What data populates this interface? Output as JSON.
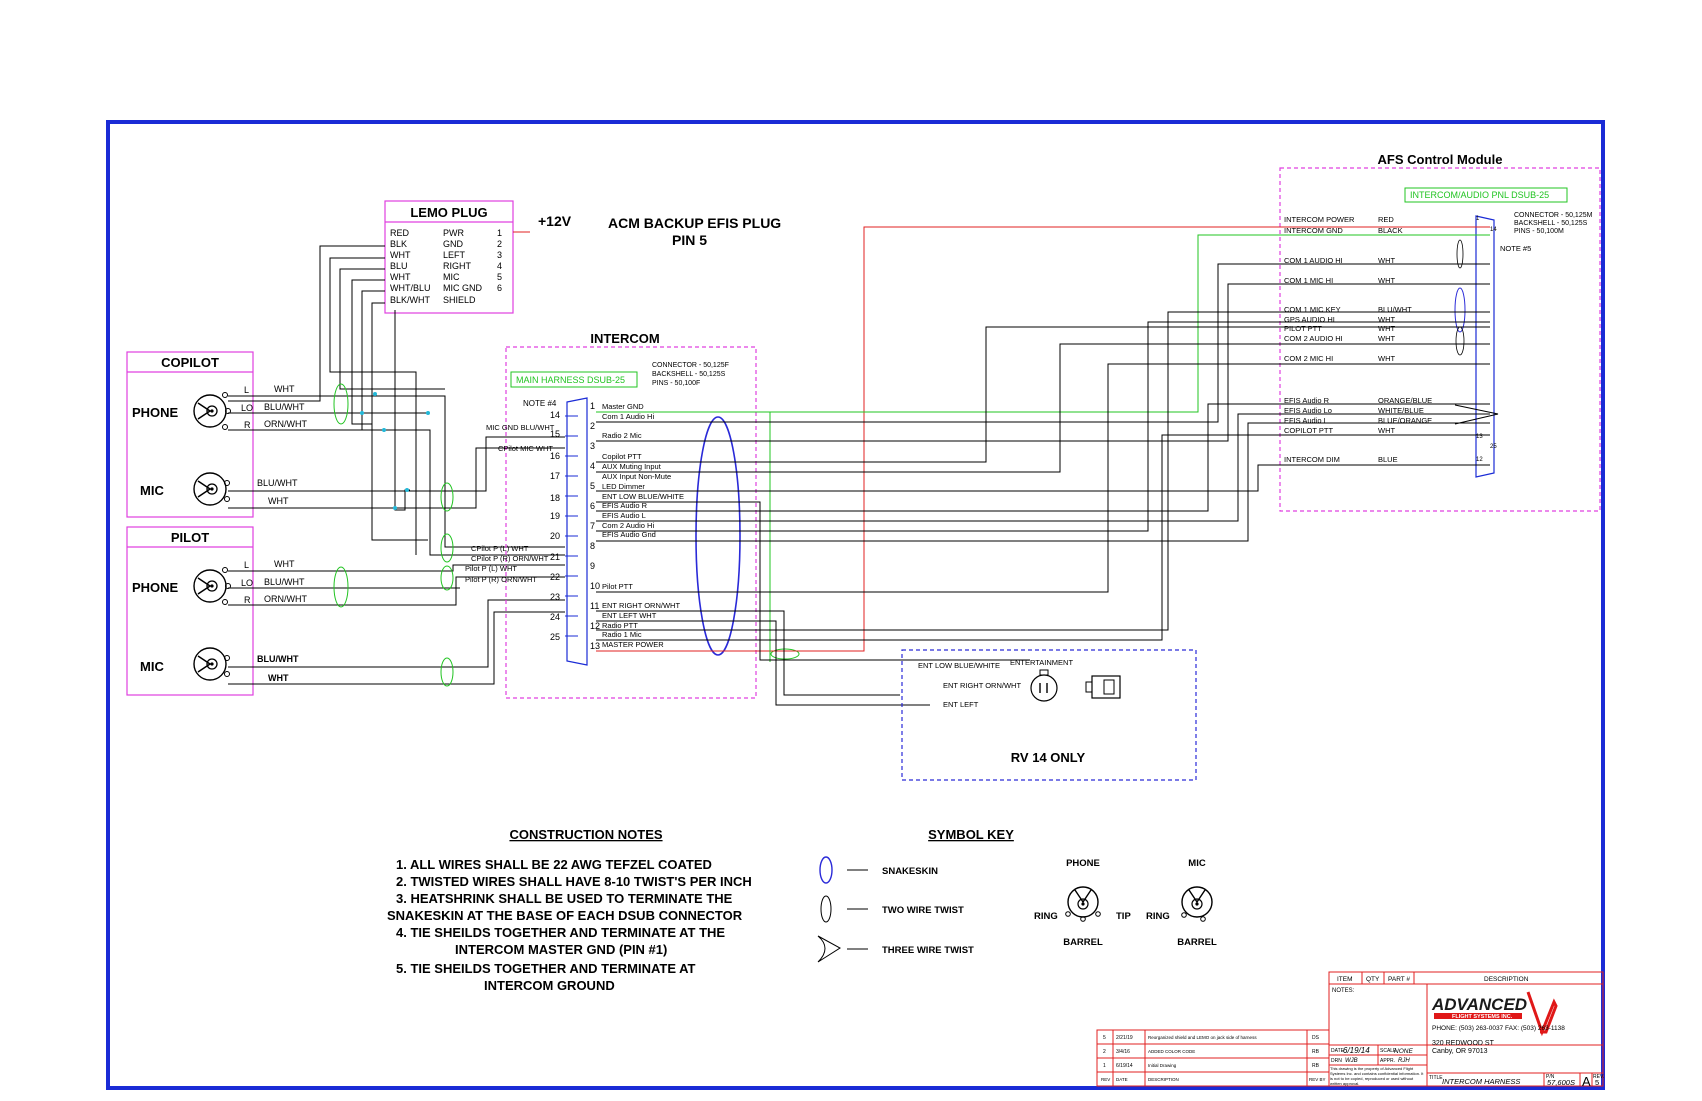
{
  "lemo": {
    "title": "LEMO PLUG",
    "rows": [
      {
        "color": "RED",
        "signal": "PWR",
        "pin": "1"
      },
      {
        "color": "BLK",
        "signal": "GND",
        "pin": "2"
      },
      {
        "color": "WHT",
        "signal": "LEFT",
        "pin": "3"
      },
      {
        "color": "BLU",
        "signal": "RIGHT",
        "pin": "4"
      },
      {
        "color": "WHT",
        "signal": "MIC",
        "pin": "5"
      },
      {
        "color": "WHT/BLU",
        "signal": "MIC GND",
        "pin": "6"
      },
      {
        "color": "BLK/WHT",
        "signal": "SHIELD",
        "pin": ""
      }
    ],
    "plus12v": "+12V",
    "acm_line1": "ACM BACKUP EFIS PLUG",
    "acm_line2": "PIN 5"
  },
  "copilot": {
    "title": "COPILOT",
    "phone_label": "PHONE",
    "mic_label": "MIC",
    "phone_pins": [
      "L",
      "LO",
      "R"
    ],
    "phone_wires": [
      "WHT",
      "BLU/WHT",
      "ORN/WHT"
    ],
    "mic_wires": [
      "BLU/WHT",
      "WHT"
    ]
  },
  "pilot": {
    "title": "PILOT",
    "phone_label": "PHONE",
    "mic_label": "MIC",
    "phone_pins": [
      "L",
      "LO",
      "R"
    ],
    "phone_wires": [
      "WHT",
      "BLU/WHT",
      "ORN/WHT"
    ],
    "mic_wires": [
      "BLU/WHT",
      "WHT"
    ]
  },
  "intercom": {
    "title": "INTERCOM",
    "harness_label": "MAIN HARNESS DSUB-25",
    "connector": "CONNECTOR - 50,125F",
    "backshell": "BACKSHELL - 50,125S",
    "pins": "PINS - 50,100F",
    "note": "NOTE #4",
    "left_pins": [
      "14",
      "15",
      "16",
      "17",
      "18",
      "19",
      "20",
      "21",
      "22",
      "23",
      "24",
      "25"
    ],
    "right_pins": [
      "1",
      "2",
      "3",
      "4",
      "5",
      "6",
      "7",
      "8",
      "9",
      "10",
      "11",
      "12",
      "13"
    ],
    "left_labels": [
      "MIC GND  BLU/WHT",
      "CPilot MIC  WHT",
      "CPilot P (L) WHT",
      "CPilot P (R) ORN/WHT",
      "Pilot P (L)    WHT",
      "Pilot P (R)     ORN/WHT"
    ],
    "signals": [
      "Master GND",
      "Com 1 Audio Hi",
      "Radio 2 Mic",
      "Copilot PTT",
      "AUX Muting Input",
      "AUX Input Non-Mute",
      "LED Dimmer",
      "ENT LOW BLUE/WHITE",
      "EFIS Audio R",
      "EFIS Audio L",
      "Com 2 Audio Hi",
      "EFIS Audio Gnd",
      "Pilot PTT",
      "ENT RIGHT ORN/WHT",
      "ENT LEFT   WHT",
      "Radio PTT",
      "Radio 1 Mic",
      "MASTER POWER"
    ]
  },
  "afs": {
    "title": "AFS Control Module",
    "pnl_label": "INTERCOM/AUDIO PNL DSUB-25",
    "connector": "CONNECTOR - 50,125M",
    "backshell": "BACKSHELL - 50,125S",
    "pins": "PINS - 50,100M",
    "note": "NOTE #5",
    "pin_labels": [
      "1",
      "14",
      "13",
      "25",
      "12"
    ],
    "rows": [
      {
        "name": "INTERCOM POWER",
        "wire": "RED"
      },
      {
        "name": "INTERCOM GND",
        "wire": "BLACK"
      },
      {
        "name": "COM 1 AUDIO HI",
        "wire": "WHT"
      },
      {
        "name": "COM 1 MIC HI",
        "wire": "WHT"
      },
      {
        "name": "COM 1 MIC KEY",
        "wire": "BLU/WHT"
      },
      {
        "name": "GPS AUDIO HI",
        "wire": "WHT"
      },
      {
        "name": "PILOT PTT",
        "wire": "WHT"
      },
      {
        "name": "COM 2 AUDIO HI",
        "wire": "WHT"
      },
      {
        "name": "COM 2 MIC HI",
        "wire": "WHT"
      },
      {
        "name": "EFIS Audio R",
        "wire": "ORANGE/BLUE"
      },
      {
        "name": "EFIS Audio Lo",
        "wire": "WHITE/BLUE"
      },
      {
        "name": "EFIS Audio L",
        "wire": "BLUE/ORANGE"
      },
      {
        "name": "COPILOT PTT",
        "wire": "WHT"
      },
      {
        "name": "INTERCOM DIM",
        "wire": "BLUE"
      }
    ]
  },
  "rv14": {
    "title": "RV 14 ONLY",
    "entertainment": "ENTERTAINMENT",
    "labels": [
      "ENT LOW BLUE/WHITE",
      "ENT RIGHT ORN/WHT",
      "ENT LEFT"
    ]
  },
  "construction": {
    "title": "CONSTRUCTION NOTES",
    "lines": [
      "1. ALL WIRES SHALL BE 22 AWG TEFZEL COATED",
      "2. TWISTED WIRES SHALL HAVE 8-10 TWIST'S PER INCH",
      "3. HEATSHRINK SHALL BE USED TO TERMINATE THE",
      "SNAKESKIN AT THE BASE OF EACH DSUB CONNECTOR",
      "4. TIE SHEILDS TOGETHER AND TERMINATE AT THE",
      "INTERCOM MASTER GND (PIN #1)",
      "5. TIE SHEILDS TOGETHER AND TERMINATE AT",
      "INTERCOM GROUND"
    ]
  },
  "symbol_key": {
    "title": "SYMBOL KEY",
    "items": [
      "SNAKESKIN",
      "TWO WIRE TWIST",
      "THREE WIRE TWIST"
    ],
    "phone": "PHONE",
    "mic": "MIC",
    "ring": "RING",
    "tip": "TIP",
    "barrel": "BARREL"
  },
  "title_block": {
    "bom_headers": [
      "ITEM",
      "QTY",
      "PART #",
      "DESCRIPTION"
    ],
    "notes": "NOTES:",
    "company": "ADVANCED",
    "company_sub": "FLIGHT SYSTEMS INC.",
    "phone": "PHONE: (503) 263-0037  FAX: (503) 263-1138",
    "address1": "320 REDWOOD ST",
    "address2": "Canby, OR 97013",
    "date_label": "DATE",
    "date": "6/19/14",
    "scale_label": "SCALE",
    "scale": "NONE",
    "drn_label": "DRN",
    "drn": "WJB",
    "appr_label": "APPR.",
    "appr": "RJH",
    "confidential": "This drawing is the property of Advanced Flight Systems Inc. and contains confidential information. It is not to be copied, reproduced or used without written approval.",
    "title_label": "TITLE",
    "title": "INTERCOM HARNESS",
    "pn_label": "P/N",
    "pn": "57,600S",
    "size": "A",
    "rev_label": "REV.",
    "rev": "5",
    "rev_rows": [
      {
        "rev": "5",
        "date": "2/21/19",
        "desc": "Reorganized shield and LEMO on jack side of harness",
        "by": "DS"
      },
      {
        "rev": "2",
        "date": "3/4/16",
        "desc": "ADDED COLOR CODE",
        "by": "RB"
      },
      {
        "rev": "1",
        "date": "6/19/14",
        "desc": "Initial Drawing",
        "by": "RB"
      }
    ],
    "rev_headers": [
      "REV",
      "DATE",
      "DESCRIPTION",
      "REV BY"
    ]
  },
  "colors": {
    "border": "#1a2bd6",
    "magenta": "#e040e0",
    "green": "#22c422",
    "red": "#e02020",
    "blue_dash": "#2a2ad8",
    "logo_red": "#e01818"
  }
}
